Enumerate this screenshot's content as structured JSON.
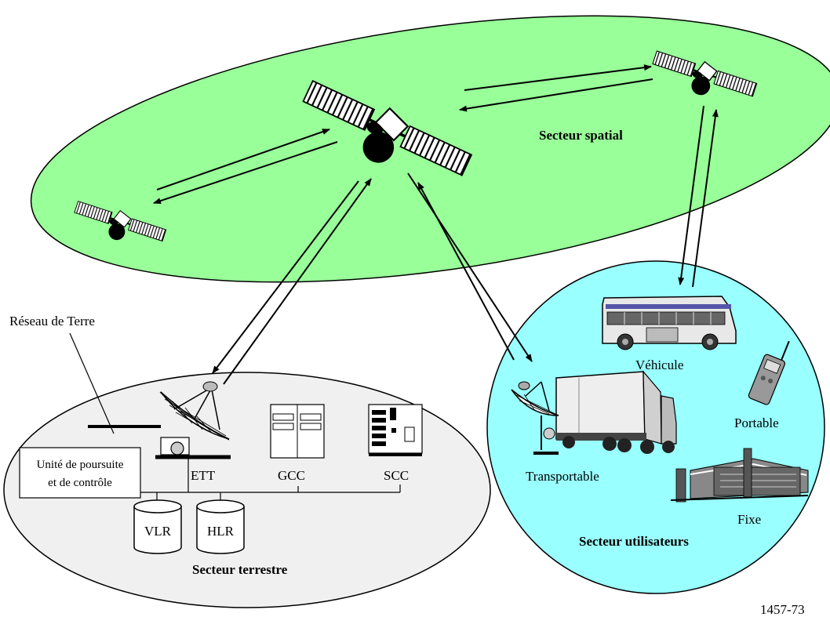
{
  "sectors": {
    "space": "Secteur spatial",
    "terrestrial": "Secteur terrestre",
    "users": "Secteur utilisateurs"
  },
  "terrestrial": {
    "network": "Réseau de Terre",
    "tracking_line1": "Unité de poursuite",
    "tracking_line2": "et de contrôle",
    "ett": "ETT",
    "gcc": "GCC",
    "scc": "SCC",
    "vlr": "VLR",
    "hlr": "HLR"
  },
  "users": {
    "vehicle": "Véhicule",
    "portable": "Portable",
    "transportable": "Transportable",
    "fixed": "Fixe"
  },
  "figure_id": "1457-73",
  "colors": {
    "space_fill": "#99ff99",
    "terrestrial_fill": "#f0f0f0",
    "users_fill": "#99ffff"
  }
}
